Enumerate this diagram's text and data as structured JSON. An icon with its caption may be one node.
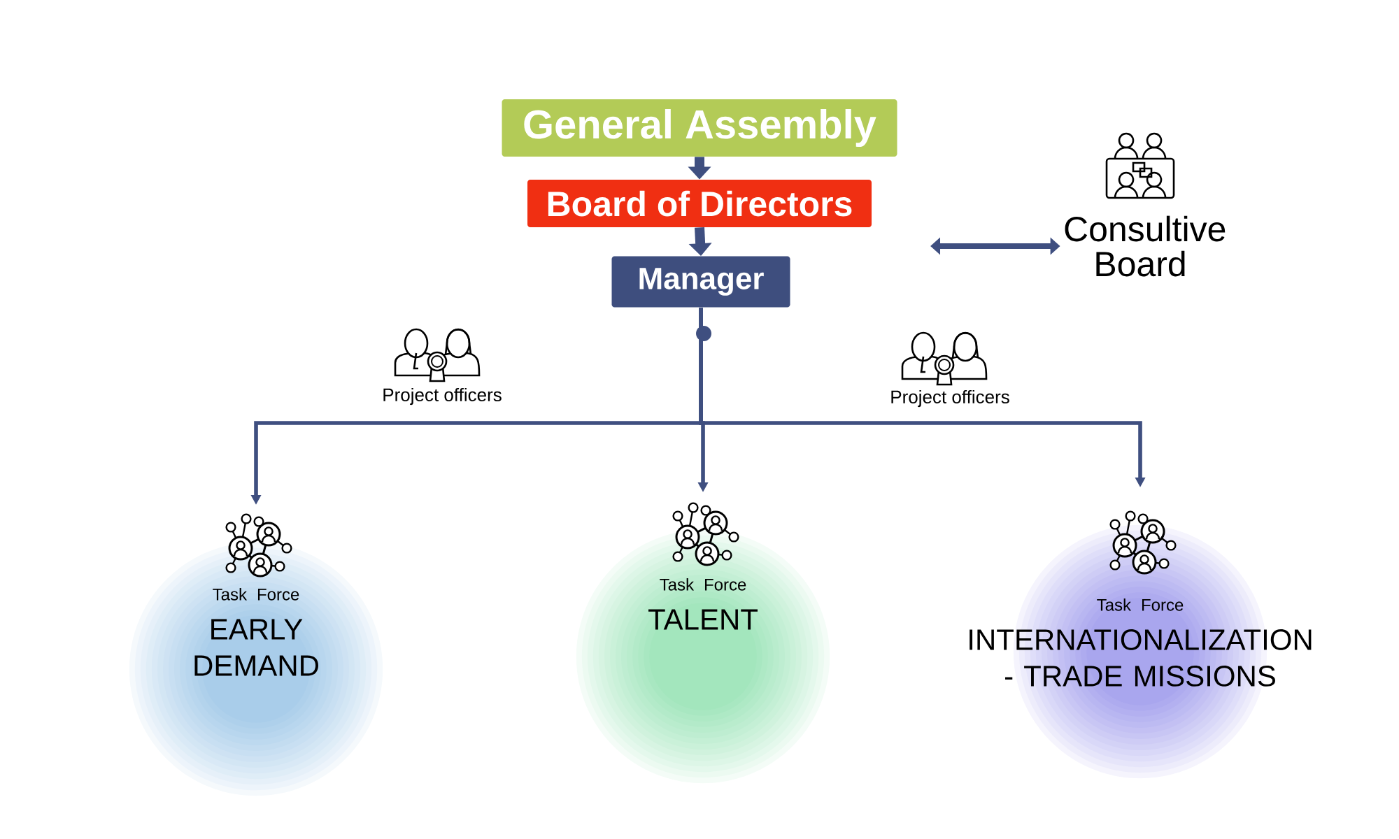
{
  "diagram": {
    "nodes": [
      {
        "text": [
          "General Assembly"
        ]
      },
      {
        "text": [
          "Board of Directors"
        ]
      },
      {
        "text": [
          "Manager"
        ]
      },
      {
        "text": [
          "Consultive Board"
        ]
      },
      {
        "text": [
          "Task Force",
          "EARLY DEMAND"
        ]
      },
      {
        "text": [
          "Task Force",
          "TALENT"
        ]
      },
      {
        "text": [
          "Task Force",
          "INTERNATIONALIZATION - TRADE MISSIONS"
        ]
      }
    ],
    "edges": [
      {
        "from": 0,
        "to": 1,
        "arrow": "to",
        "style": "thick"
      },
      {
        "from": 1,
        "to": 2,
        "arrow": "to",
        "style": "thick"
      },
      {
        "from": 2,
        "to": 4,
        "arrow": "to"
      },
      {
        "from": 2,
        "to": 5,
        "arrow": "to"
      },
      {
        "from": 2,
        "to": 6,
        "arrow": "to"
      },
      {
        "from": null,
        "to": 3,
        "arrow": "both"
      }
    ],
    "labels": [
      "Project officers",
      "Project officers"
    ]
  }
}
